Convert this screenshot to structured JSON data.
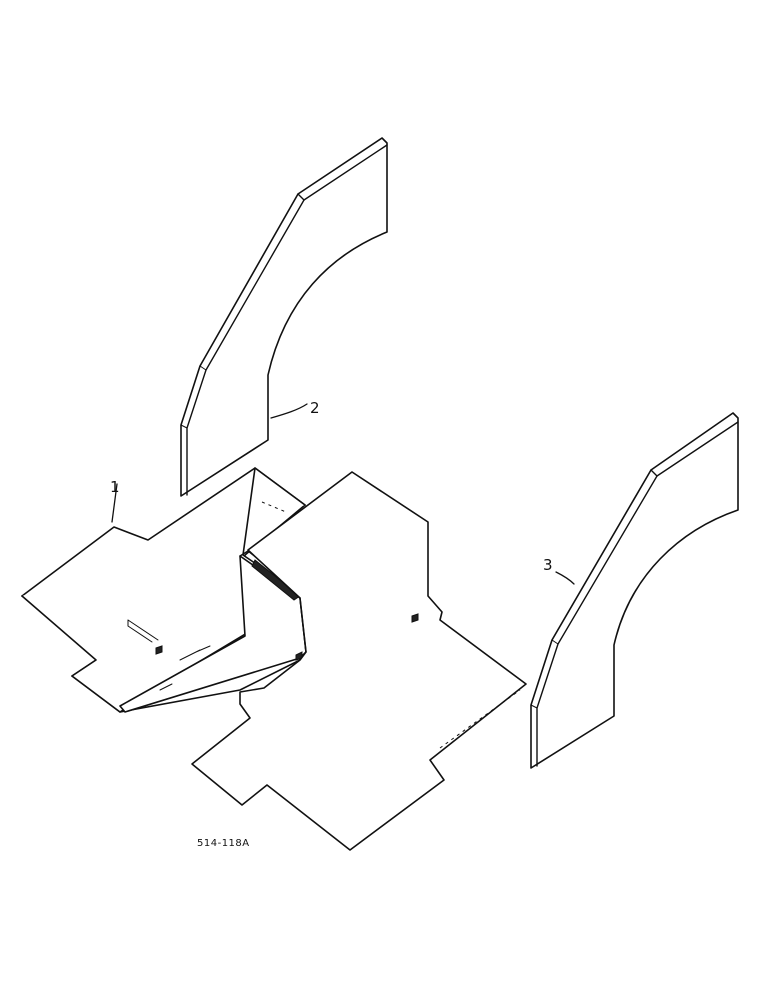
{
  "callouts": {
    "part_1": "1",
    "part_2": "2",
    "part_3": "3"
  },
  "figure_ref": "514-118A",
  "colors": {
    "line": "#111111",
    "background": "#ffffff"
  }
}
